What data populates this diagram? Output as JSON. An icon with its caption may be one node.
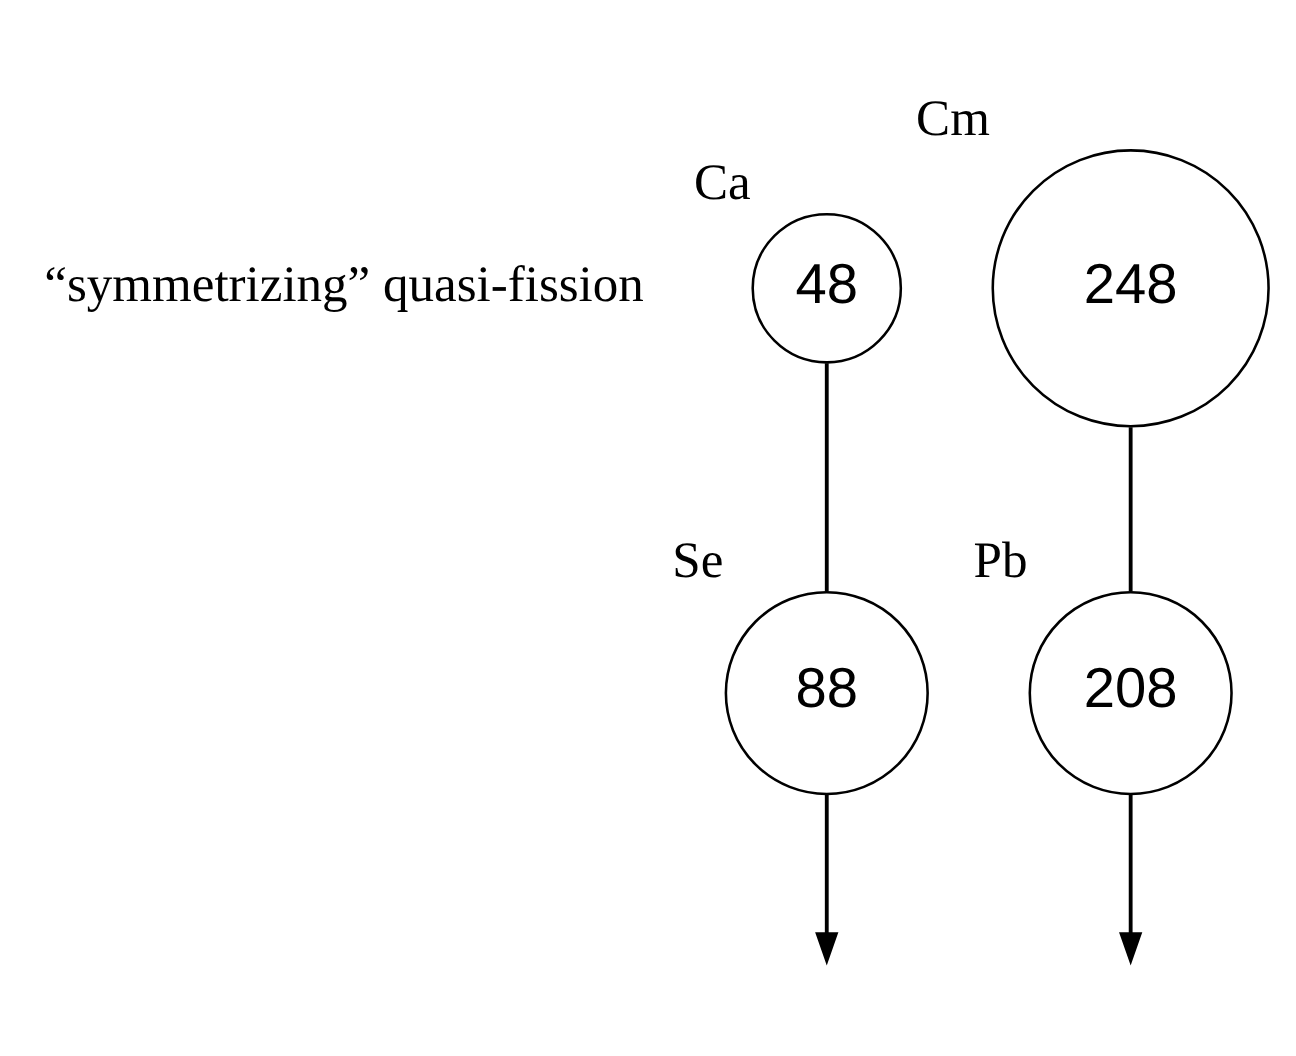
{
  "diagram": {
    "nodes": [
      {
        "text": [
          "48"
        ],
        "beside": [
          "Ca"
        ]
      },
      {
        "text": [
          "248"
        ],
        "beside": [
          "Cm"
        ]
      },
      {
        "text": [
          "88"
        ],
        "beside": [
          "Se"
        ]
      },
      {
        "text": [
          "208"
        ],
        "beside": [
          "Pb"
        ]
      }
    ],
    "edges": [
      {
        "from": 0,
        "to": 2,
        "arrow": "none"
      },
      {
        "from": 1,
        "to": 3,
        "arrow": "none"
      },
      {
        "from": 2,
        "to": null,
        "arrow": "to"
      },
      {
        "from": 3,
        "to": null,
        "arrow": "to"
      }
    ],
    "labels": [
      "“symmetrizing” quasi-fission"
    ]
  }
}
